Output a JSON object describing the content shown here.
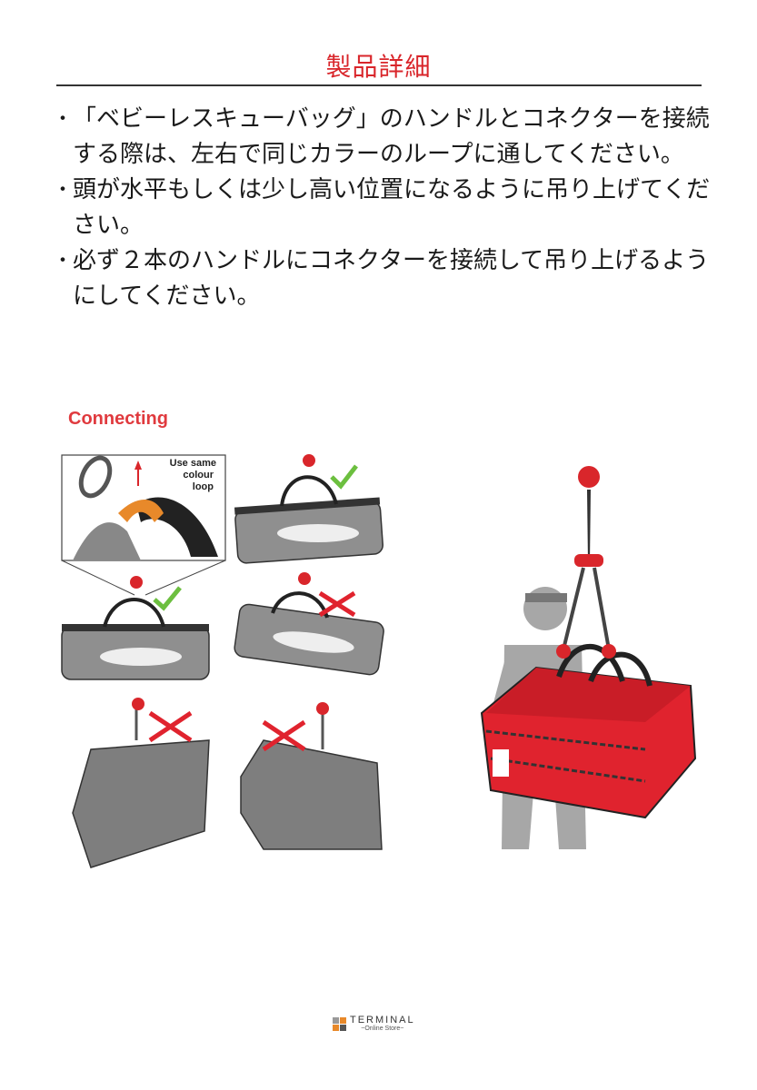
{
  "header": {
    "title": "製品詳細"
  },
  "bullets": [
    "「ベビーレスキューバッグ」のハンドルとコネクターを接続する際は、左右で同じカラーのループに通してください。",
    "頭が水平もしくは少し高い位置になるように吊り上げてください。",
    "必ず２本のハンドルにコネクターを接続して吊り上げるようにしてください。"
  ],
  "bullet_mark": "・",
  "figure": {
    "heading": "Connecting",
    "callout": [
      "Use same",
      "colour",
      "loop"
    ]
  },
  "footer": {
    "brand": "TERMINAL",
    "sub": "~Online Store~"
  },
  "colors": {
    "accent": "#d9262b",
    "bag_red": "#e0232e",
    "bag_grey": "#8a8a8a",
    "check_green": "#6cbf3f"
  }
}
